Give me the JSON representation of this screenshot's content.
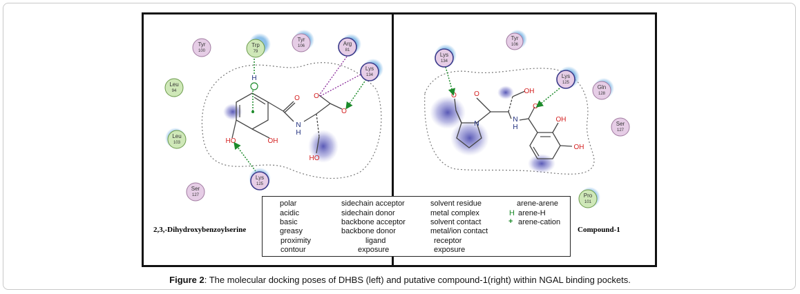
{
  "left_panel": {
    "title": "2,3,-Dihydroxybenzoylserine",
    "residues": [
      {
        "name": "Tyr",
        "num": "100"
      },
      {
        "name": "Trp",
        "num": "79"
      },
      {
        "name": "Tyr",
        "num": "106"
      },
      {
        "name": "Arg",
        "num": "81"
      },
      {
        "name": "Lys",
        "num": "134"
      },
      {
        "name": "Leu",
        "num": "94"
      },
      {
        "name": "Leu",
        "num": "103"
      },
      {
        "name": "Ser",
        "num": "127"
      },
      {
        "name": "Lys",
        "num": "125"
      }
    ],
    "atoms": {
      "o_carbonyl": "O",
      "o_acid_top": "O",
      "o_acid": "O",
      "n": "N",
      "h": "H",
      "ho_left": "HO",
      "oh_ring": "OH",
      "ho_side": "HO",
      "h_arene": "H"
    }
  },
  "right_panel": {
    "title": "Compound-1",
    "residues": [
      {
        "name": "Tyr",
        "num": "106"
      },
      {
        "name": "Lys",
        "num": "134"
      },
      {
        "name": "Lys",
        "num": "125"
      },
      {
        "name": "Gln",
        "num": "128"
      },
      {
        "name": "Ser",
        "num": "127"
      },
      {
        "name": "Pro",
        "num": "101"
      }
    ],
    "atoms": {
      "o_ald": "O",
      "n_ring": "N",
      "o_amide1": "O",
      "oh_top": "OH",
      "nh_n": "N",
      "nh_h": "H",
      "o_amide2": "O",
      "oh_ring1": "OH",
      "oh_ring2": "OH"
    }
  },
  "legend": {
    "polar": "polar",
    "acidic": "acidic",
    "basic": "basic",
    "greasy": "greasy",
    "proximity": "proximity",
    "contour": "contour",
    "sidechain_acceptor": "sidechain acceptor",
    "sidechain_donor": "sidechain donor",
    "backbone_acceptor": "backbone acceptor",
    "backbone_donor": "backbone donor",
    "ligand": "ligand",
    "exposure1": "exposure",
    "solvent_residue": "solvent residue",
    "metal_complex": "metal complex",
    "solvent_contact": "solvent contact",
    "metal_ion_contact": "metal/ion contact",
    "receptor": "receptor",
    "exposure2": "exposure",
    "arene_arene": "arene-arene",
    "arene_h": "arene-H",
    "arene_cation": "arene-cation",
    "h_sym": "H",
    "plus_sym": "+"
  },
  "caption": {
    "label": "Figure 2",
    "text": ": The molecular docking poses of DHBS (left) and putative compound-1(right) within NGAL binding pockets."
  },
  "colors": {
    "polar_fill": "#e6cde6",
    "polar_stroke": "#a07aa0",
    "basic_stroke": "#3a3a8a",
    "greasy_fill": "#cfe8b8",
    "greasy_stroke": "#6a9a4a",
    "acidic_stroke": "#d04040",
    "halo": "#7fb8e6",
    "exposure": "#5a5ab8",
    "green_arrow": "#1c8a2a",
    "purple_line": "#8a2a9a",
    "oxygen": "#d42020",
    "nitrogen": "#1a2a7a"
  }
}
